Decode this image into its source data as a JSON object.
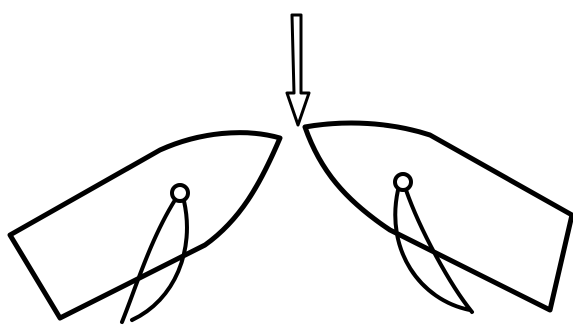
{
  "figure": {
    "background": "#ffffff",
    "line_color": "#000000",
    "parts": [
      {
        "part": "arrow",
        "icon": "down-arrow-icon",
        "direction": "down"
      },
      {
        "part": "left-hull",
        "icon": "boat-hull-icon",
        "facing": "right"
      },
      {
        "part": "left-pivot",
        "icon": "pivot-ring-icon"
      },
      {
        "part": "left-lever",
        "icon": "lever-loop-icon"
      },
      {
        "part": "right-hull",
        "icon": "boat-hull-icon",
        "facing": "left"
      },
      {
        "part": "right-pivot",
        "icon": "pivot-ring-icon"
      },
      {
        "part": "right-lever",
        "icon": "lever-loop-icon"
      }
    ]
  }
}
